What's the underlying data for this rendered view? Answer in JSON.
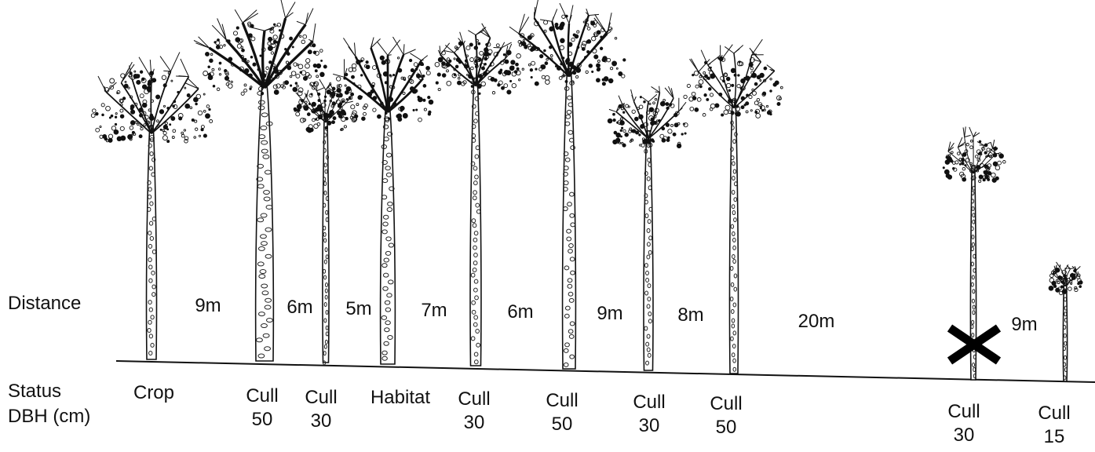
{
  "row_labels": {
    "distance": "Distance",
    "status": "Status",
    "dbh": "DBH (cm)"
  },
  "trees": [
    {
      "status": "Crop",
      "dbh": ""
    },
    {
      "status": "Cull",
      "dbh": "50"
    },
    {
      "status": "Cull",
      "dbh": "30"
    },
    {
      "status": "Habitat",
      "dbh": ""
    },
    {
      "status": "Cull",
      "dbh": "30"
    },
    {
      "status": "Cull",
      "dbh": "50"
    },
    {
      "status": "Cull",
      "dbh": "30"
    },
    {
      "status": "Cull",
      "dbh": "50"
    },
    {
      "status": "Cull",
      "dbh": "30",
      "marked": true
    },
    {
      "status": "Cull",
      "dbh": "15"
    }
  ],
  "distances": [
    "9m",
    "6m",
    "5m",
    "7m",
    "6m",
    "9m",
    "8m",
    "20m",
    "9m"
  ]
}
